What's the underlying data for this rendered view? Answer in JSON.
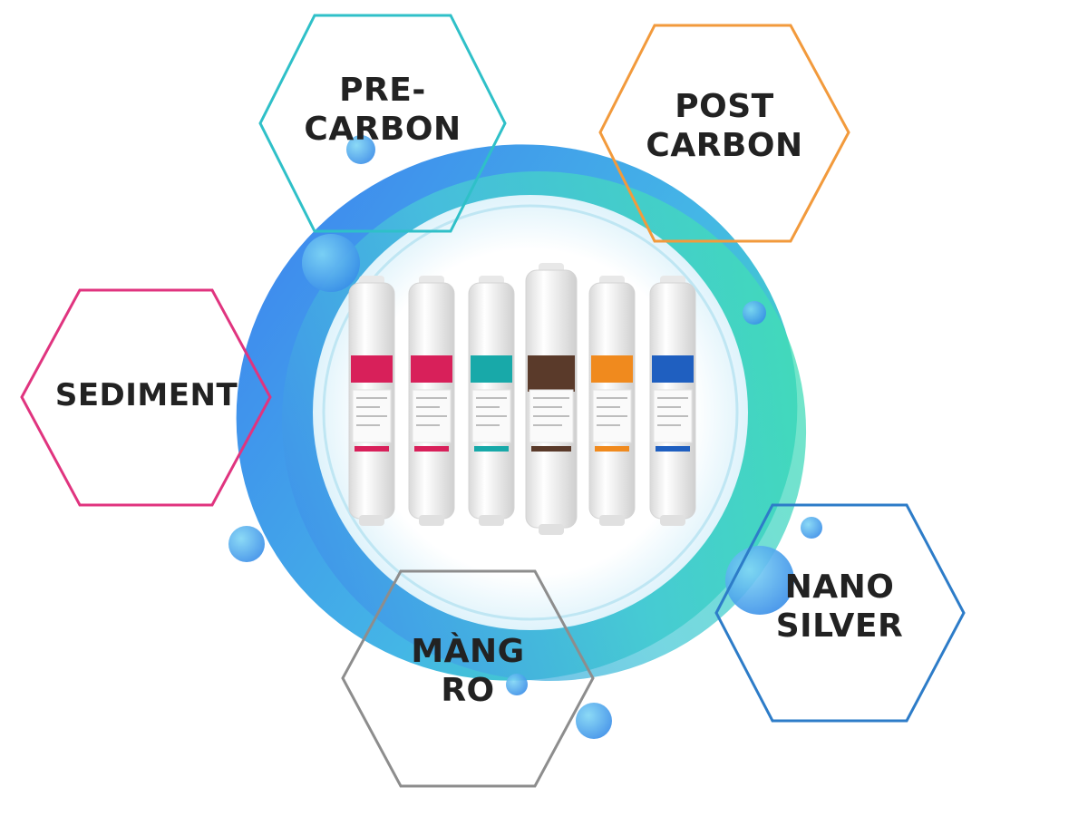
{
  "colors": {
    "pre_carbon": "#2fc0c8",
    "post_carbon": "#f29a3c",
    "sediment": "#e0347f",
    "mang_ro": "#8d8d8d",
    "nano_silver": "#2d7cc8",
    "ring_blue": "#3d7ff0",
    "ring_green": "#3fe6a8",
    "cartridge_body": "#f4f4f4",
    "band_sediment": "#d8205a",
    "band_pre_carbon": "#18a9a9",
    "band_ro": "#5a3a2a",
    "band_post_carbon": "#f08a1e",
    "band_nano_silver": "#1f5fc0"
  },
  "filters": [
    {
      "id": "pre-carbon",
      "lines": [
        "PRE-",
        "CARBON"
      ]
    },
    {
      "id": "post-carbon",
      "lines": [
        "POST",
        "CARBON"
      ]
    },
    {
      "id": "sediment",
      "lines": [
        "SEDIMENT"
      ]
    },
    {
      "id": "mang-ro",
      "lines": [
        "MÀNG",
        "RO"
      ]
    },
    {
      "id": "nano-silver",
      "lines": [
        "NANO",
        "SILVER"
      ]
    }
  ],
  "cartridges": [
    {
      "band": "band_sediment"
    },
    {
      "band": "band_sediment"
    },
    {
      "band": "band_pre_carbon"
    },
    {
      "band": "band_ro"
    },
    {
      "band": "band_post_carbon"
    },
    {
      "band": "band_nano_silver"
    }
  ]
}
